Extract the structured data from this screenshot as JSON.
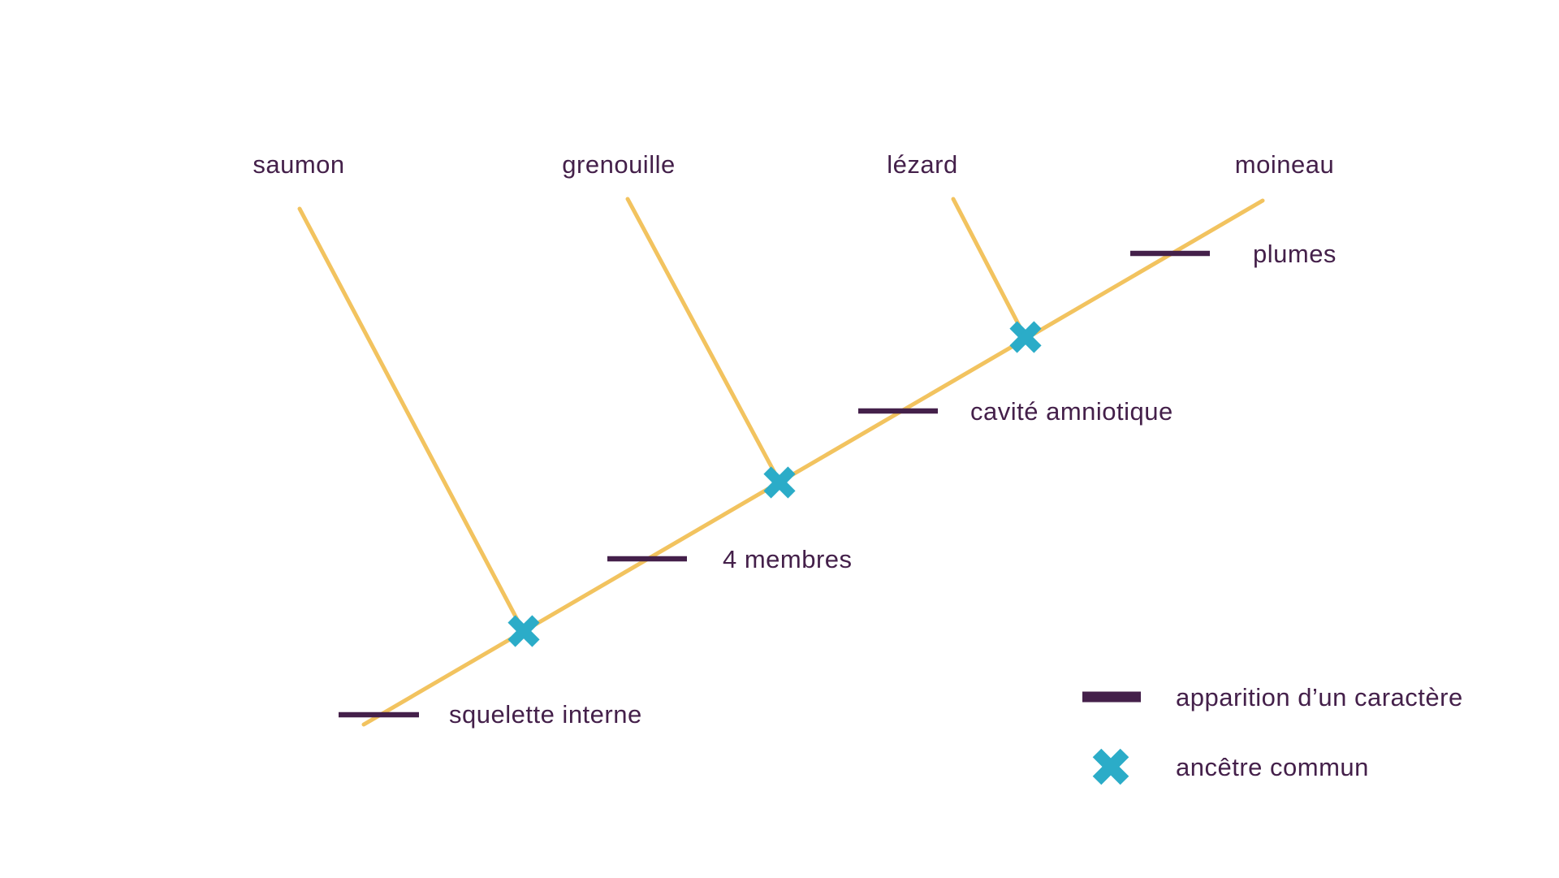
{
  "diagram": {
    "type": "cladogram",
    "taxa": [
      {
        "label": "saumon"
      },
      {
        "label": "grenouille"
      },
      {
        "label": "lézard"
      },
      {
        "label": "moineau"
      }
    ],
    "characters": [
      {
        "label": "squelette interne"
      },
      {
        "label": "4 membres"
      },
      {
        "label": "cavité amniotique"
      },
      {
        "label": "plumes"
      }
    ],
    "ancestor_marker_count": 3
  },
  "legend": {
    "items": [
      {
        "symbol": "character-tick",
        "label": "apparition d’un caractère"
      },
      {
        "symbol": "ancestor-cross",
        "label": "ancêtre commun"
      }
    ]
  },
  "colors": {
    "branch_yellow": "#F2C35F",
    "character_purple": "#44204A",
    "ancestor_cyan": "#2BACC8",
    "background": "#FFFFFF"
  }
}
